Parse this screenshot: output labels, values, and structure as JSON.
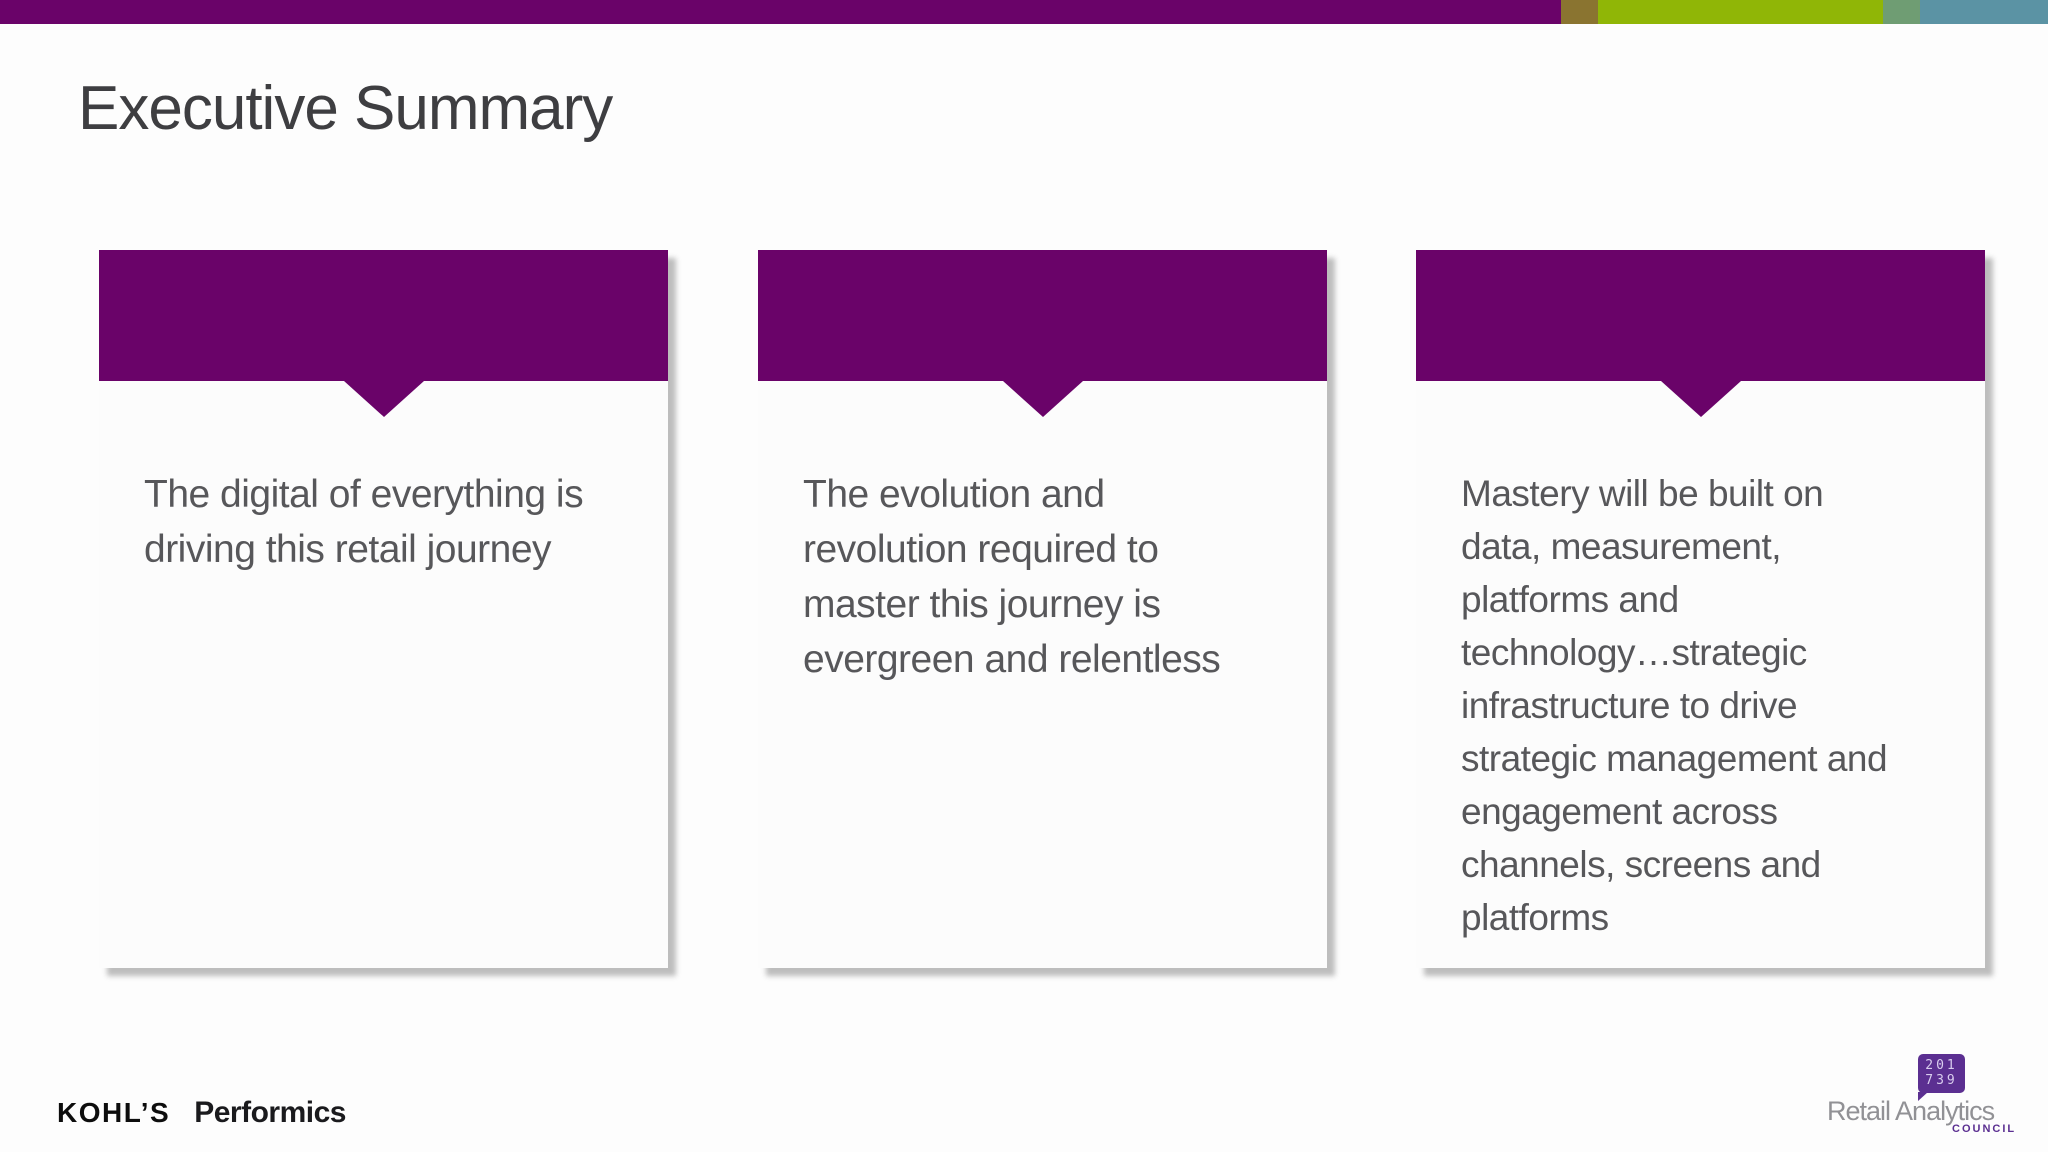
{
  "slide": {
    "title": "Executive Summary"
  },
  "colors": {
    "slide_purple": "#6a0369",
    "bar_olive": "#8a7430",
    "bar_green": "#90b606",
    "bar_sage": "#6f9d73",
    "bar_teal": "#5b93a4",
    "rac_purple": "#5b2f91",
    "body_text_gray": "#57575a",
    "title_gray": "#3e3e41"
  },
  "cards": [
    {
      "text": "The digital of everything is\ndriving this retail journey"
    },
    {
      "text": "The evolution and\nrevolution required to\nmaster this journey is\nevergreen and relentless"
    },
    {
      "text": "Mastery will be built on\ndata, measurement,\nplatforms and\ntechnology…strategic\ninfrastructure to drive\nstrategic management and\nengagement across\nchannels, screens and\nplatforms"
    }
  ],
  "footer": {
    "kohls_label": "KOHL’S",
    "performics_label": "Performics",
    "rac": {
      "bubble_digits": "201\n739",
      "name": "Retail Analytics",
      "subtitle": "COUNCIL"
    }
  }
}
